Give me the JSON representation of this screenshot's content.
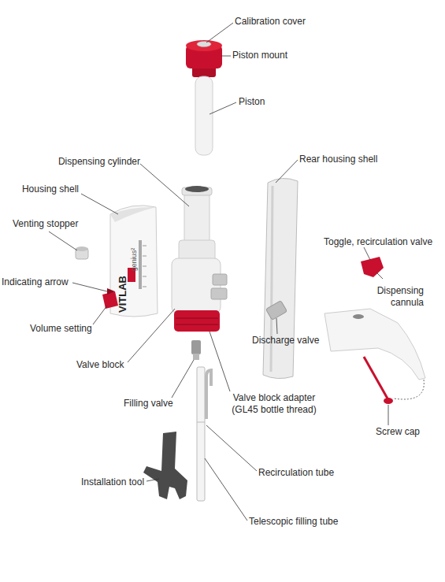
{
  "diagram": {
    "labels": [
      "Calibration cover",
      "Piston mount",
      "Piston",
      "Dispensing cylinder",
      "Rear housing shell",
      "Housing shell",
      "Venting stopper",
      "Toggle, recirculation valve",
      "Dispensing cannula",
      "Indicating arrow",
      "Volume setting",
      "Discharge valve",
      "Valve block",
      "Filling valve",
      "Valve block adapter (GL45 bottle thread)",
      "Screw cap",
      "Recirculation tube",
      "Installation tool",
      "Telescopic filling tube",
      "VITLAB",
      "genius²"
    ]
  }
}
